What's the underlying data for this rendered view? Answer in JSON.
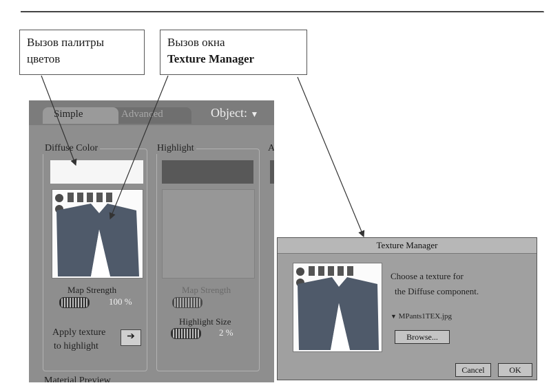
{
  "callouts": {
    "palette": {
      "line1": "Вызов палитры",
      "line2": "цветов"
    },
    "texture_manager": {
      "line1": "Вызов окна",
      "line2": "Texture Manager"
    }
  },
  "panel": {
    "tabs": {
      "simple": "Simple",
      "advanced": "Advanced"
    },
    "object_menu": "Object:",
    "diffuse_color": {
      "title": "Diffuse Color",
      "map_strength_label": "Map Strength",
      "map_strength_value": "100 %",
      "apply_texture_line1": "Apply texture",
      "apply_texture_line2": "to highlight"
    },
    "highlight": {
      "title": "Highlight",
      "map_strength_label": "Map Strength",
      "highlight_size_label": "Highlight Size",
      "highlight_size_value": "2 %"
    },
    "third_group_title": "A",
    "bottom_label": "Material Preview"
  },
  "texture_manager": {
    "title": "Texture Manager",
    "prompt_line1": "Choose a texture for",
    "prompt_line2": "the Diffuse component.",
    "filename": "MPants1TEX.jpg",
    "browse": "Browse...",
    "cancel": "Cancel",
    "ok": "OK"
  },
  "colors": {
    "panel_bg": "#8e8e8e",
    "dialog_bg": "#a0a0a0",
    "texture_fabric": "#4f5a6a"
  }
}
